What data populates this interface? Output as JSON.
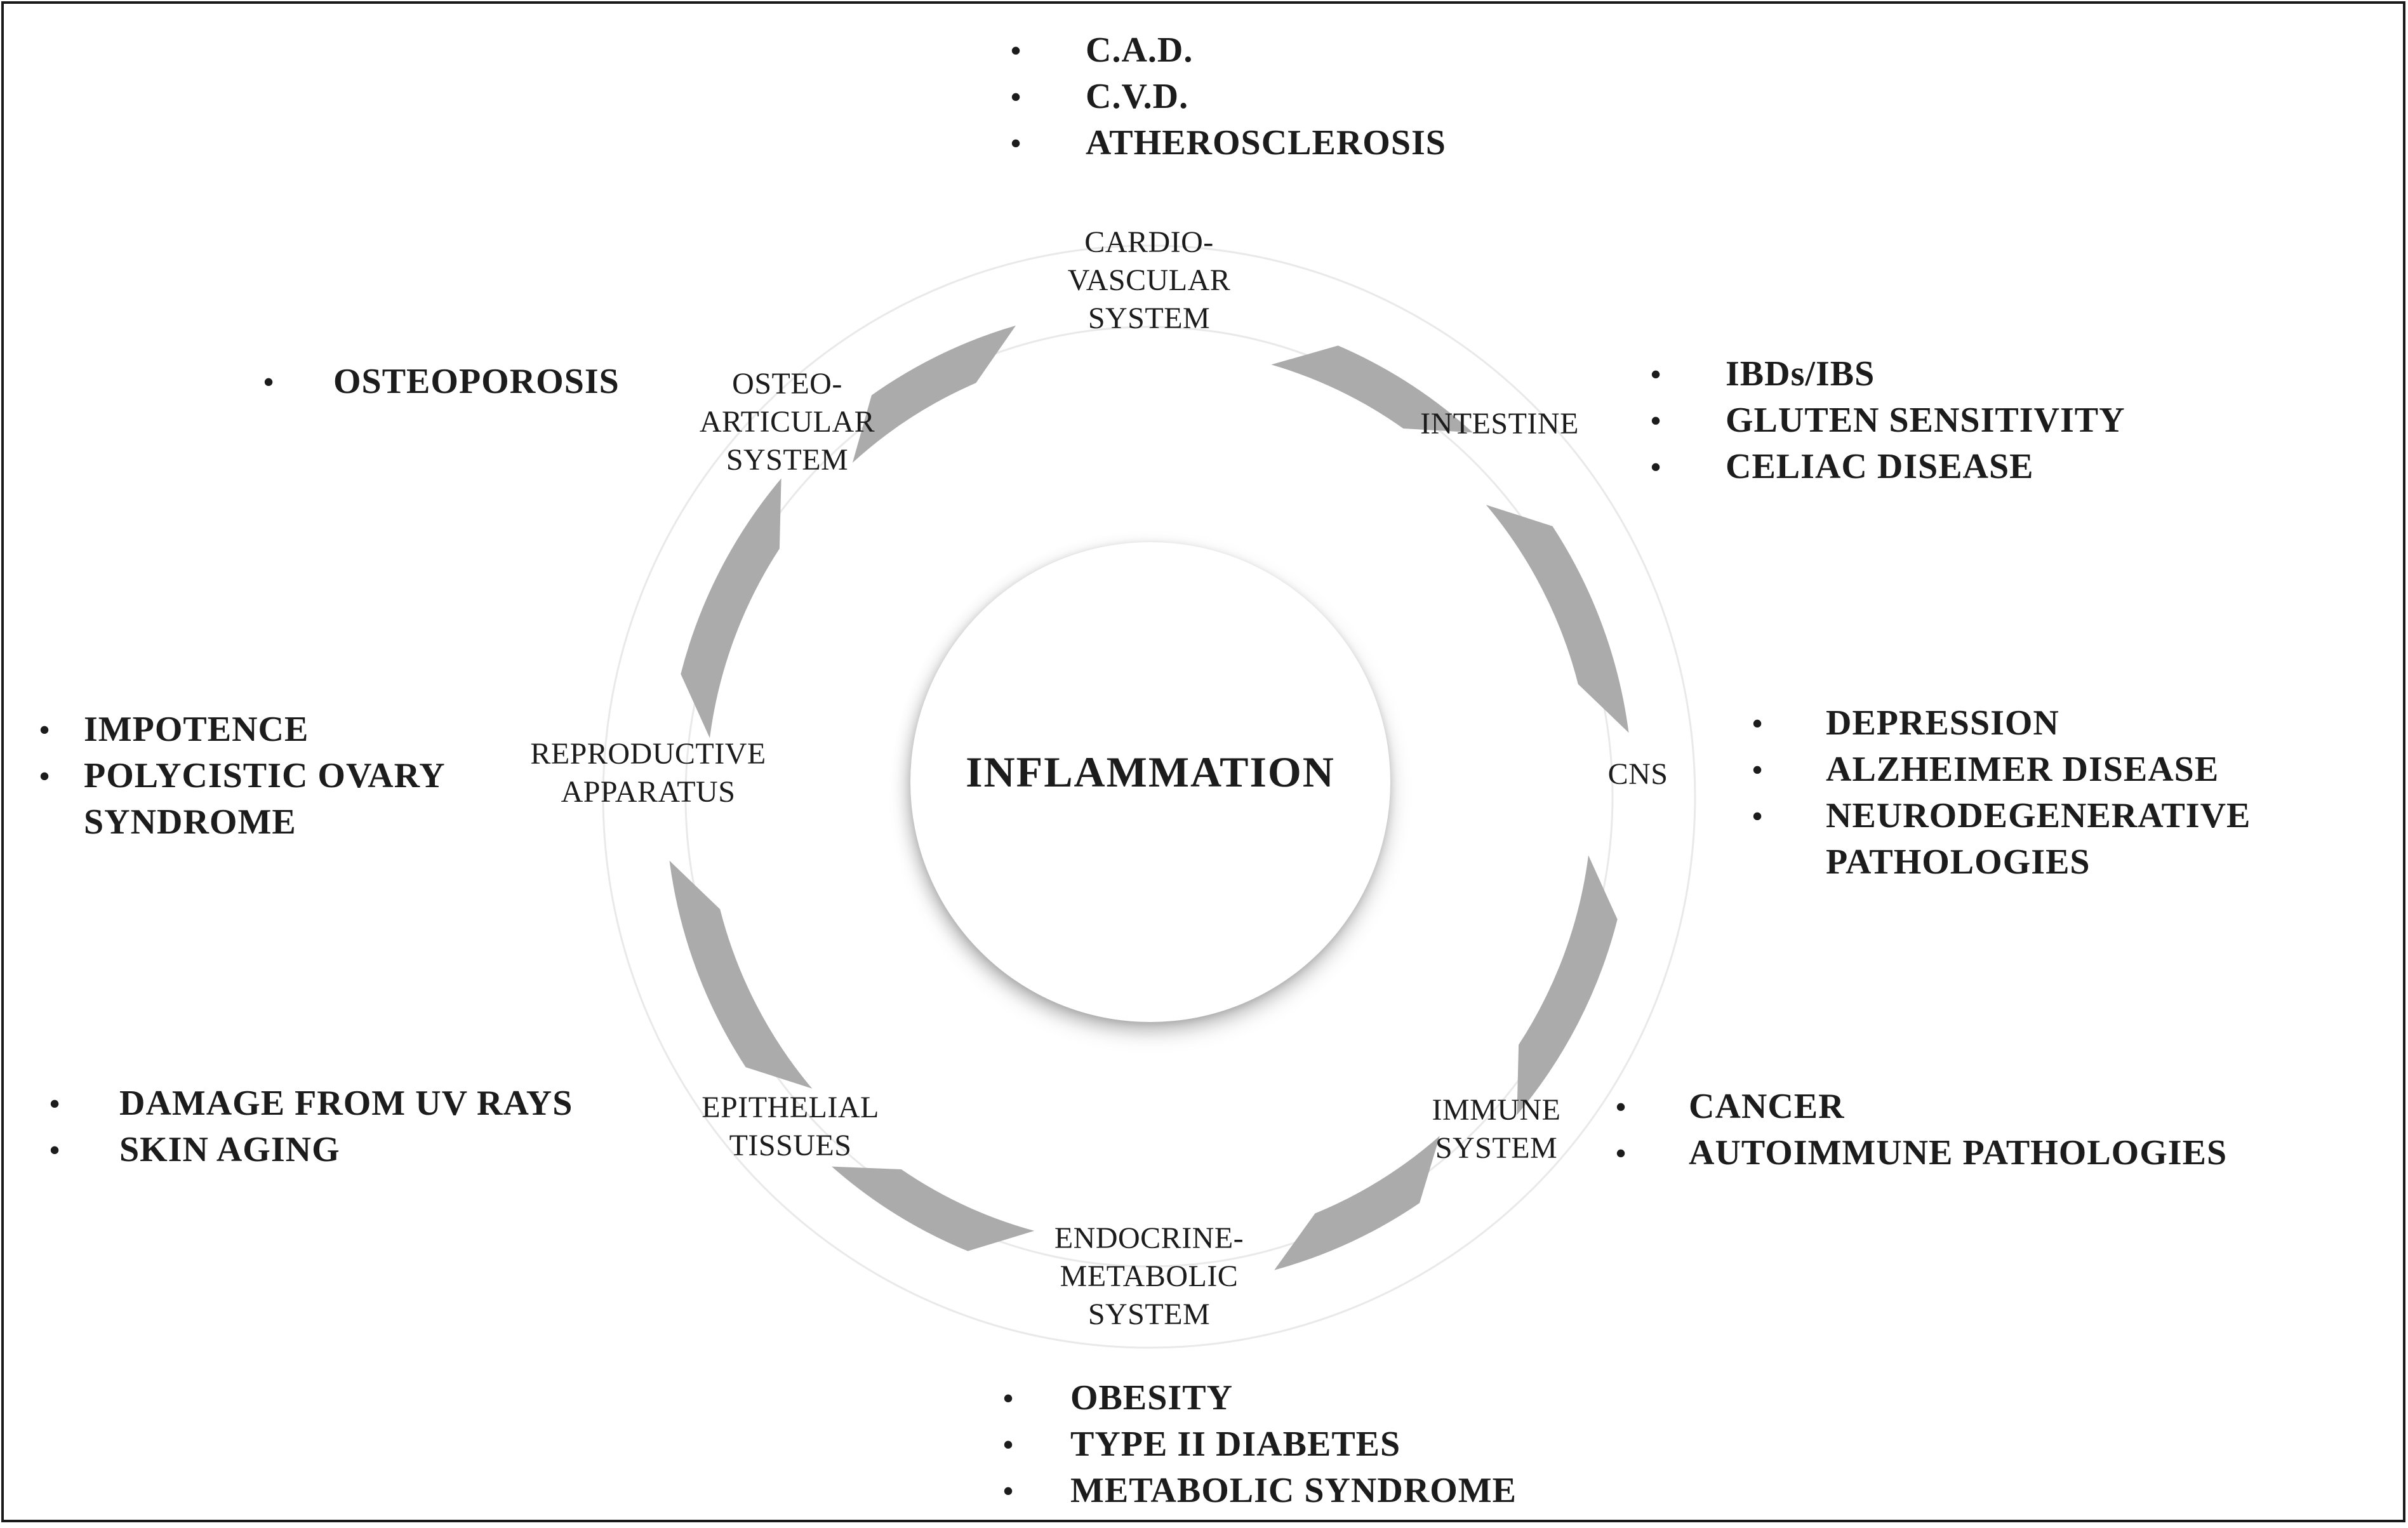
{
  "figure": {
    "title": "Inflammation cycle diagram",
    "center_label": "INFLAMMATION",
    "colors": {
      "ring_segment": "#ababab",
      "guide_line": "#e9e9e9",
      "text": "#1c1c1c",
      "background": "#ffffff",
      "border": "#1a1a1a"
    }
  },
  "systems": {
    "cardiovascular": {
      "label": "CARDIO-\nVASCULAR\nSYSTEM",
      "diseases": [
        "C.A.D.",
        "C.V.D.",
        "ATHEROSCLEROSIS"
      ]
    },
    "intestine": {
      "label": "INTESTINE",
      "diseases": [
        "IBDs/IBS",
        "GLUTEN SENSITIVITY",
        "CELIAC DISEASE"
      ]
    },
    "cns": {
      "label": "CNS",
      "diseases": [
        "DEPRESSION",
        "ALZHEIMER DISEASE",
        "NEURODEGENERATIVE PATHOLOGIES"
      ]
    },
    "immune": {
      "label": "IMMUNE\nSYSTEM",
      "diseases": [
        "CANCER",
        "AUTOIMMUNE PATHOLOGIES"
      ]
    },
    "endocrine": {
      "label": "ENDOCRINE-\nMETABOLIC\nSYSTEM",
      "diseases": [
        "OBESITY",
        "TYPE II DIABETES",
        "METABOLIC SYNDROME"
      ]
    },
    "epithelial": {
      "label": "EPITHELIAL\nTISSUES",
      "diseases": [
        "DAMAGE FROM UV RAYS",
        "SKIN AGING"
      ]
    },
    "reproductive": {
      "label": "REPRODUCTIVE\nAPPARATUS",
      "diseases": [
        "IMPOTENCE",
        "POLYCISTIC OVARY SYNDROME"
      ]
    },
    "osteoarticular": {
      "label": "OSTEO-\nARTICULAR\nSYSTEM",
      "diseases": [
        "OSTEOPOROSIS"
      ]
    }
  }
}
